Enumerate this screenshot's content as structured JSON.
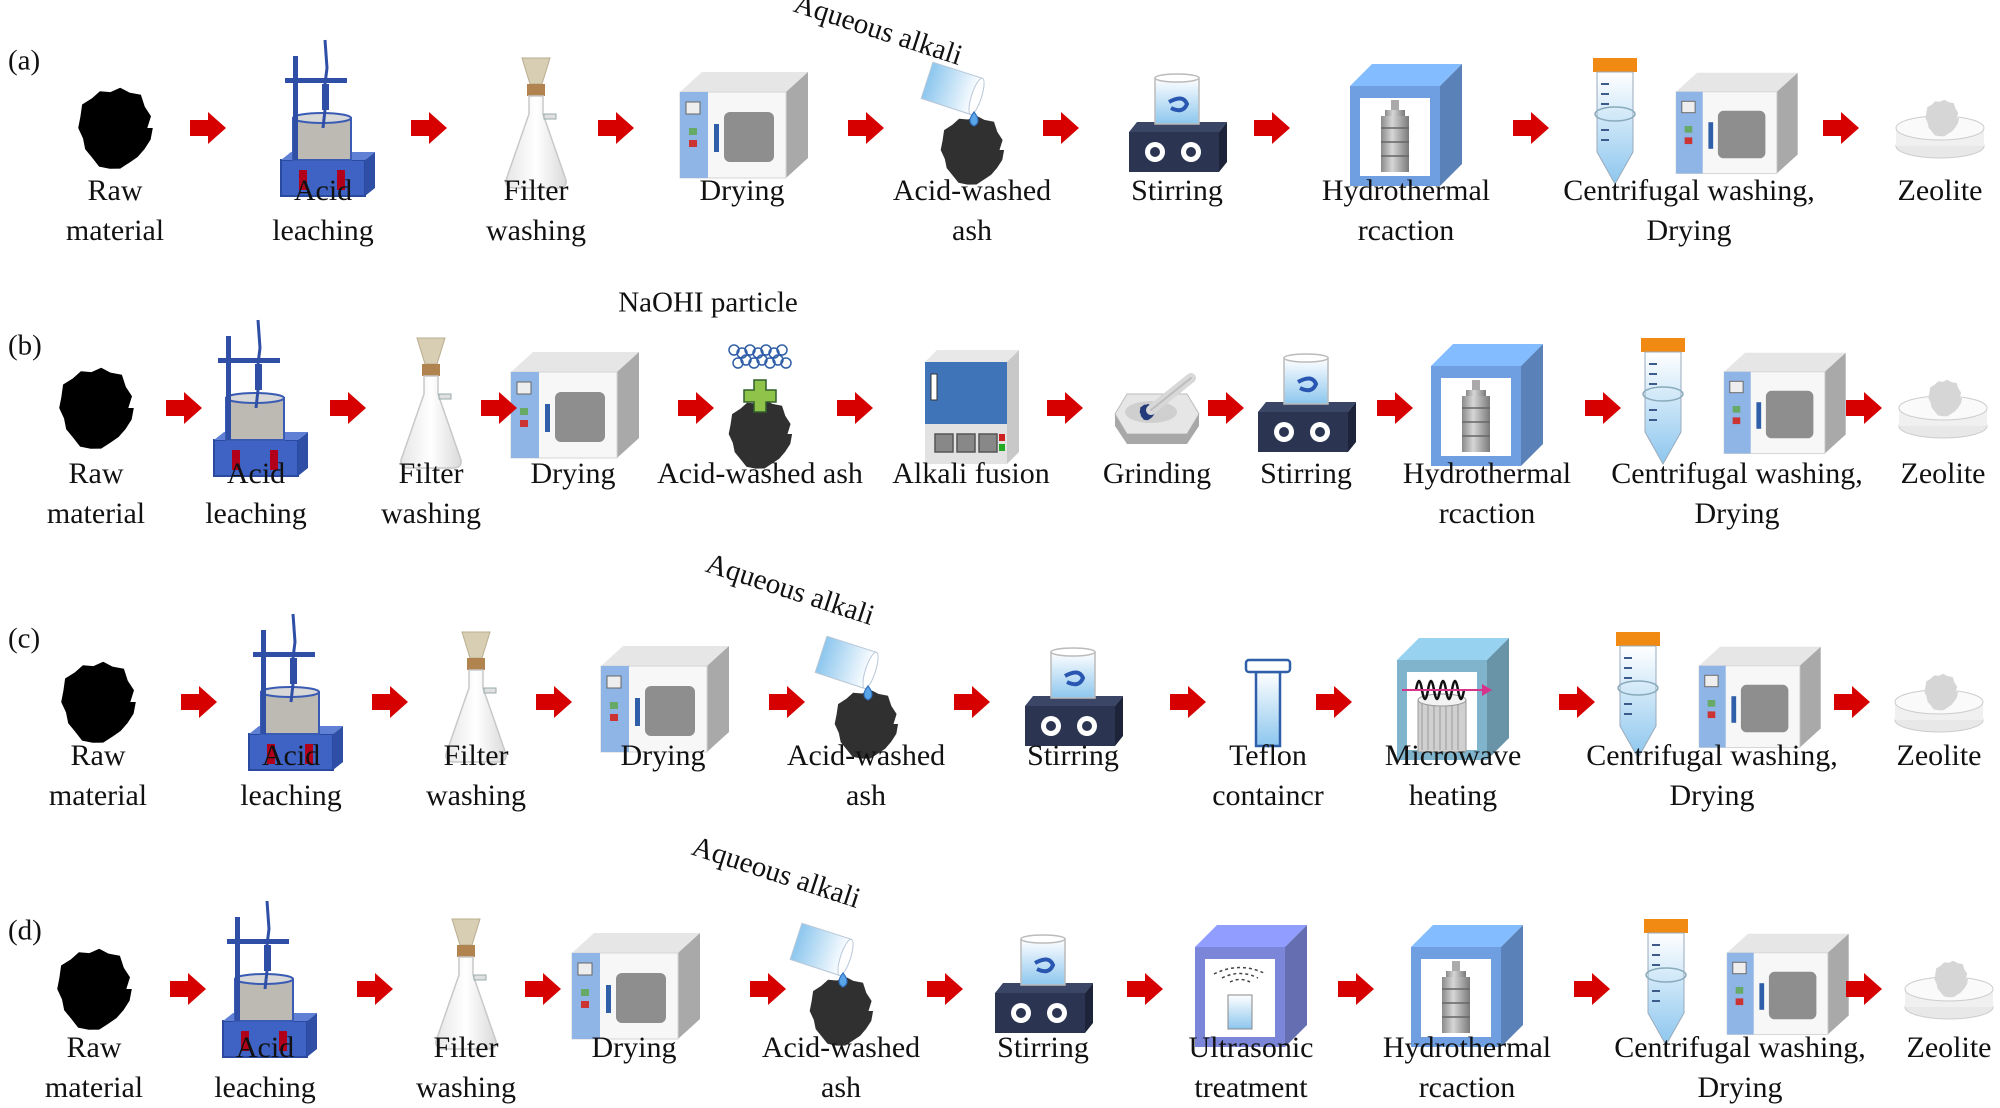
{
  "figure": {
    "rows": [
      {
        "label": "(a)",
        "annotations": [
          {
            "text": "Aqueous alkali",
            "for_step": 4
          }
        ],
        "steps": [
          {
            "icon": "raw-material-icon",
            "lines": [
              "Raw",
              "material"
            ]
          },
          {
            "icon": "acid-leaching-icon",
            "lines": [
              "Acid",
              "leaching"
            ]
          },
          {
            "icon": "filter-flask-icon",
            "lines": [
              "Filter",
              "washing"
            ]
          },
          {
            "icon": "drying-oven-icon",
            "lines": [
              "Drying"
            ]
          },
          {
            "icon": "acid-washed-ash-alkali-icon",
            "lines": [
              "Acid-washed",
              "ash"
            ]
          },
          {
            "icon": "magnetic-stirrer-icon",
            "lines": [
              "Stirring"
            ]
          },
          {
            "icon": "hydrothermal-autoclave-icon",
            "lines": [
              "Hydrothermal",
              "rcaction"
            ]
          },
          {
            "icon": "centrifuge-oven-icon",
            "lines": [
              "Centrifugal washing,",
              "Drying"
            ]
          },
          {
            "icon": "zeolite-dish-icon",
            "lines": [
              "Zeolite"
            ]
          }
        ]
      },
      {
        "label": "(b)",
        "annotations": [
          {
            "text": "NaOHI particle",
            "for_step": 4
          }
        ],
        "steps": [
          {
            "icon": "raw-material-icon",
            "lines": [
              "Raw",
              "material"
            ]
          },
          {
            "icon": "acid-leaching-icon",
            "lines": [
              "Acid",
              "leaching"
            ]
          },
          {
            "icon": "filter-flask-icon",
            "lines": [
              "Filter",
              "washing"
            ]
          },
          {
            "icon": "drying-oven-icon",
            "lines": [
              "Drying"
            ]
          },
          {
            "icon": "acid-washed-ash-naoh-icon",
            "lines": [
              "Acid-washed ash"
            ]
          },
          {
            "icon": "muffle-furnace-icon",
            "lines": [
              "Alkali fusion"
            ]
          },
          {
            "icon": "mortar-pestle-icon",
            "lines": [
              "Grinding"
            ]
          },
          {
            "icon": "magnetic-stirrer-icon",
            "lines": [
              "Stirring"
            ]
          },
          {
            "icon": "hydrothermal-autoclave-icon",
            "lines": [
              "Hydrothermal",
              "rcaction"
            ]
          },
          {
            "icon": "centrifuge-oven-icon",
            "lines": [
              "Centrifugal washing,",
              "Drying"
            ]
          },
          {
            "icon": "zeolite-dish-icon",
            "lines": [
              "Zeolite"
            ]
          }
        ]
      },
      {
        "label": "(c)",
        "annotations": [
          {
            "text": "Aqueous alkali",
            "for_step": 4
          }
        ],
        "steps": [
          {
            "icon": "raw-material-icon",
            "lines": [
              "Raw",
              "material"
            ]
          },
          {
            "icon": "acid-leaching-icon",
            "lines": [
              "Acid",
              "leaching"
            ]
          },
          {
            "icon": "filter-flask-icon",
            "lines": [
              "Filter",
              "washing"
            ]
          },
          {
            "icon": "drying-oven-icon",
            "lines": [
              "Drying"
            ]
          },
          {
            "icon": "acid-washed-ash-alkali-icon",
            "lines": [
              "Acid-washed",
              "ash"
            ]
          },
          {
            "icon": "magnetic-stirrer-icon",
            "lines": [
              "Stirring"
            ]
          },
          {
            "icon": "teflon-container-icon",
            "lines": [
              "Teflon",
              "containcr"
            ]
          },
          {
            "icon": "microwave-heating-icon",
            "lines": [
              "Microwave",
              "heating"
            ]
          },
          {
            "icon": "centrifuge-oven-icon",
            "lines": [
              "Centrifugal washing,",
              "Drying"
            ]
          },
          {
            "icon": "zeolite-dish-icon",
            "lines": [
              "Zeolite"
            ]
          }
        ]
      },
      {
        "label": "(d)",
        "annotations": [
          {
            "text": "Aqueous alkali",
            "for_step": 4
          }
        ],
        "steps": [
          {
            "icon": "raw-material-icon",
            "lines": [
              "Raw",
              "material"
            ]
          },
          {
            "icon": "acid-leaching-icon",
            "lines": [
              "Acid",
              "leaching"
            ]
          },
          {
            "icon": "filter-flask-icon",
            "lines": [
              "Filter",
              "washing"
            ]
          },
          {
            "icon": "drying-oven-icon",
            "lines": [
              "Drying"
            ]
          },
          {
            "icon": "acid-washed-ash-alkali-icon",
            "lines": [
              "Acid-washed",
              "ash"
            ]
          },
          {
            "icon": "magnetic-stirrer-icon",
            "lines": [
              "Stirring"
            ]
          },
          {
            "icon": "ultrasonic-treatment-icon",
            "lines": [
              "Ultrasonic",
              "treatment"
            ]
          },
          {
            "icon": "hydrothermal-autoclave-icon",
            "lines": [
              "Hydrothermal",
              "rcaction"
            ]
          },
          {
            "icon": "centrifuge-oven-icon",
            "lines": [
              "Centrifugal washing,",
              "Drying"
            ]
          },
          {
            "icon": "zeolite-dish-icon",
            "lines": [
              "Zeolite"
            ]
          }
        ]
      }
    ],
    "colors": {
      "arrow": "#d60000",
      "hydrothermal_box": "#6f9fe0",
      "ultrasonic_box": "#7b86d8",
      "microwave_box": "#80b3cc",
      "oven_panel": "#8fb4e6",
      "stirrer_base": "#2b3552",
      "leaching_blue": "#3e63c4",
      "tube_cap": "#f08a12"
    }
  }
}
